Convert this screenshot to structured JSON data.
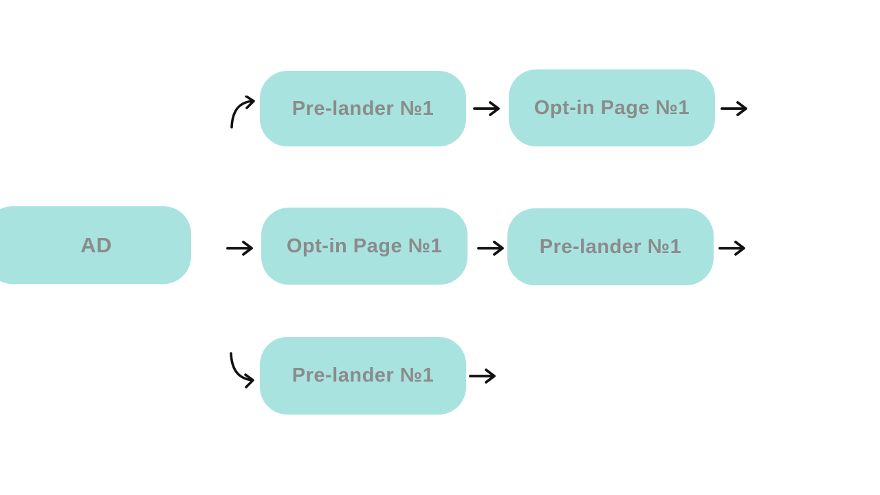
{
  "colors": {
    "background": "#ffffff",
    "node_fill": "#a8e3e0",
    "node_text": "#8b8b8b",
    "arrow": "#111111"
  },
  "diagram": {
    "type": "funnel-flow",
    "nodes": {
      "ad": {
        "label": "AD"
      },
      "row1_box1": {
        "label": "Pre-lander №1"
      },
      "row1_box2": {
        "label": "Opt-in Page №1"
      },
      "row2_box1": {
        "label": "Opt-in Page №1"
      },
      "row2_box2": {
        "label": "Pre-lander №1"
      },
      "row3_box1": {
        "label": "Pre-lander №1"
      }
    },
    "edges": [
      {
        "from": "ad",
        "to": "row1_box1",
        "style": "curved-up-right"
      },
      {
        "from": "row1_box1",
        "to": "row1_box2",
        "style": "straight-right"
      },
      {
        "from": "row1_box2",
        "to": "",
        "style": "straight-right"
      },
      {
        "from": "ad",
        "to": "row2_box1",
        "style": "straight-right"
      },
      {
        "from": "row2_box1",
        "to": "row2_box2",
        "style": "straight-right"
      },
      {
        "from": "row2_box2",
        "to": "",
        "style": "straight-right"
      },
      {
        "from": "ad",
        "to": "row3_box1",
        "style": "curved-down-right"
      },
      {
        "from": "row3_box1",
        "to": "",
        "style": "straight-right"
      }
    ]
  }
}
